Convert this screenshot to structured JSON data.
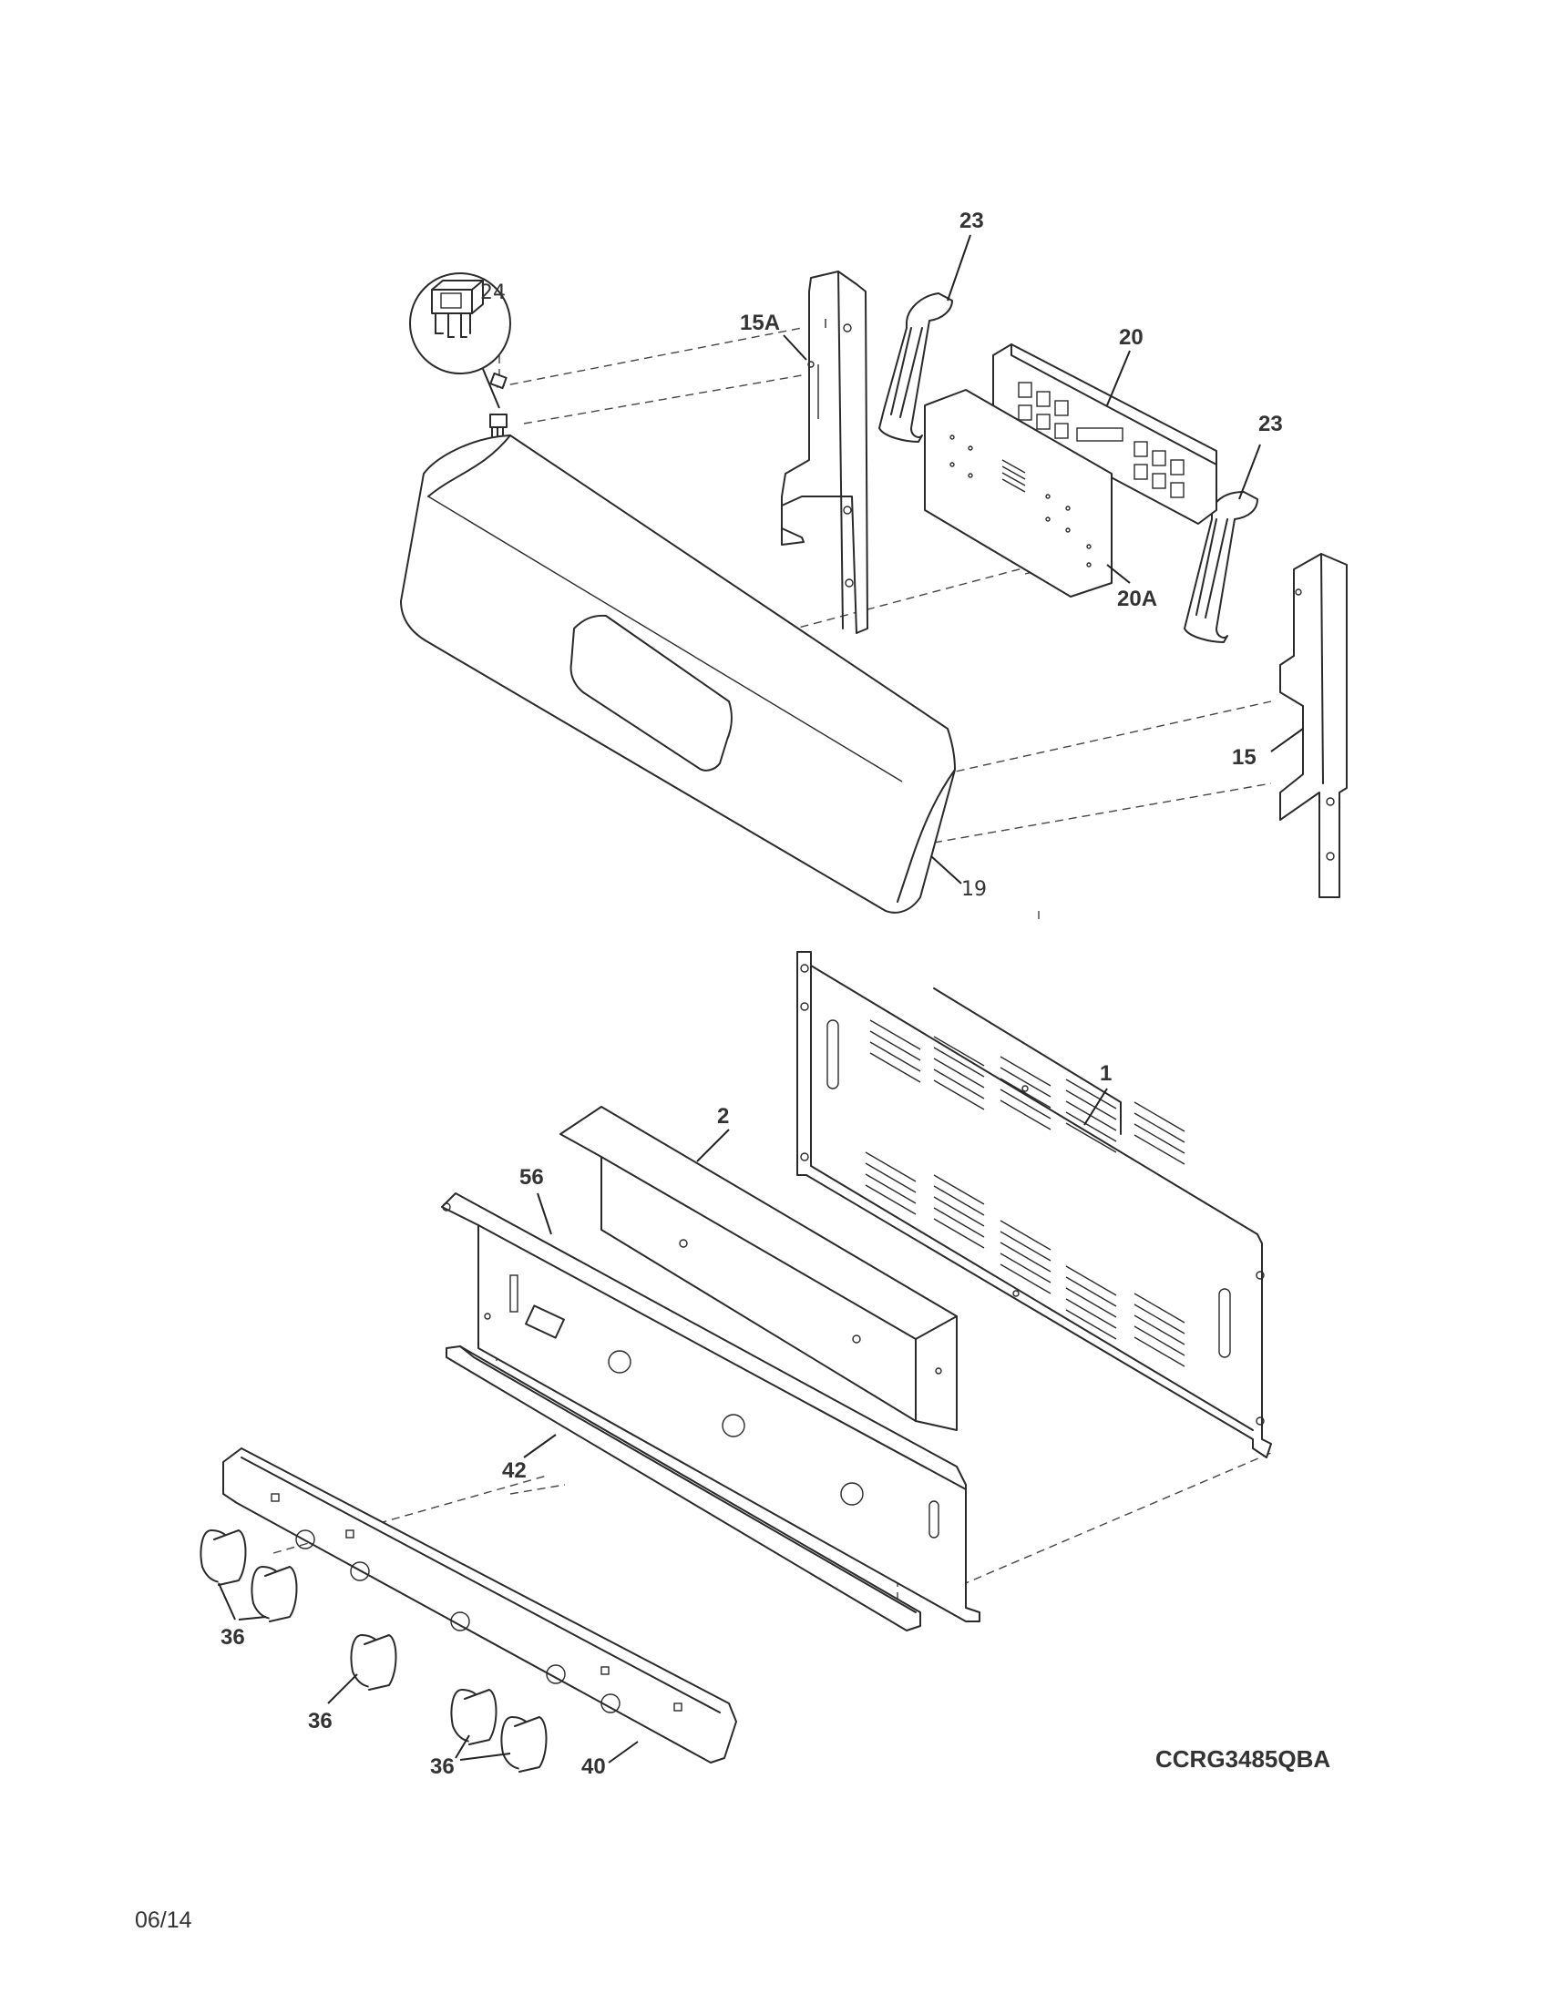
{
  "diagram": {
    "model_code": "CCRG3485QBA",
    "date_code": "06/14",
    "callouts": {
      "p23a": "23",
      "p24": "24",
      "p20": "20",
      "p15a": "15A",
      "p23b": "23",
      "p20a": "20A",
      "p15": "15",
      "p19": "19",
      "p1": "1",
      "p2": "2",
      "p56": "56",
      "p42": "42",
      "p36a": "36",
      "p36b": "36",
      "p36c": "36",
      "p40": "40"
    }
  }
}
